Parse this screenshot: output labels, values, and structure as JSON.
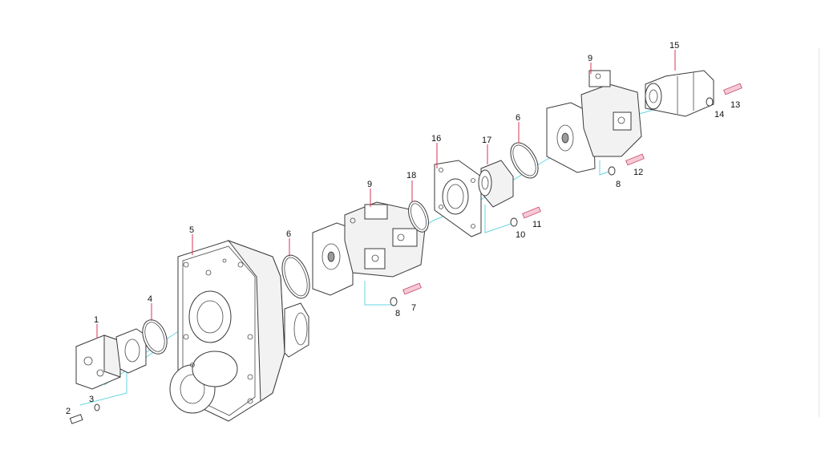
{
  "diagram": {
    "accent_color": "#d8365a",
    "axis_color": "#66d4e0",
    "callouts": [
      {
        "id": "c1",
        "label": "1"
      },
      {
        "id": "c2",
        "label": "2"
      },
      {
        "id": "c3",
        "label": "3"
      },
      {
        "id": "c4",
        "label": "4"
      },
      {
        "id": "c5",
        "label": "5"
      },
      {
        "id": "c6a",
        "label": "6"
      },
      {
        "id": "c6b",
        "label": "6"
      },
      {
        "id": "c7",
        "label": "7"
      },
      {
        "id": "c8a",
        "label": "8"
      },
      {
        "id": "c8b",
        "label": "8"
      },
      {
        "id": "c9a",
        "label": "9"
      },
      {
        "id": "c9b",
        "label": "9"
      },
      {
        "id": "c10",
        "label": "10"
      },
      {
        "id": "c11",
        "label": "11"
      },
      {
        "id": "c12",
        "label": "12"
      },
      {
        "id": "c13",
        "label": "13"
      },
      {
        "id": "c14",
        "label": "14"
      },
      {
        "id": "c15",
        "label": "15"
      },
      {
        "id": "c16",
        "label": "16"
      },
      {
        "id": "c17",
        "label": "17"
      },
      {
        "id": "c18",
        "label": "18"
      }
    ]
  }
}
